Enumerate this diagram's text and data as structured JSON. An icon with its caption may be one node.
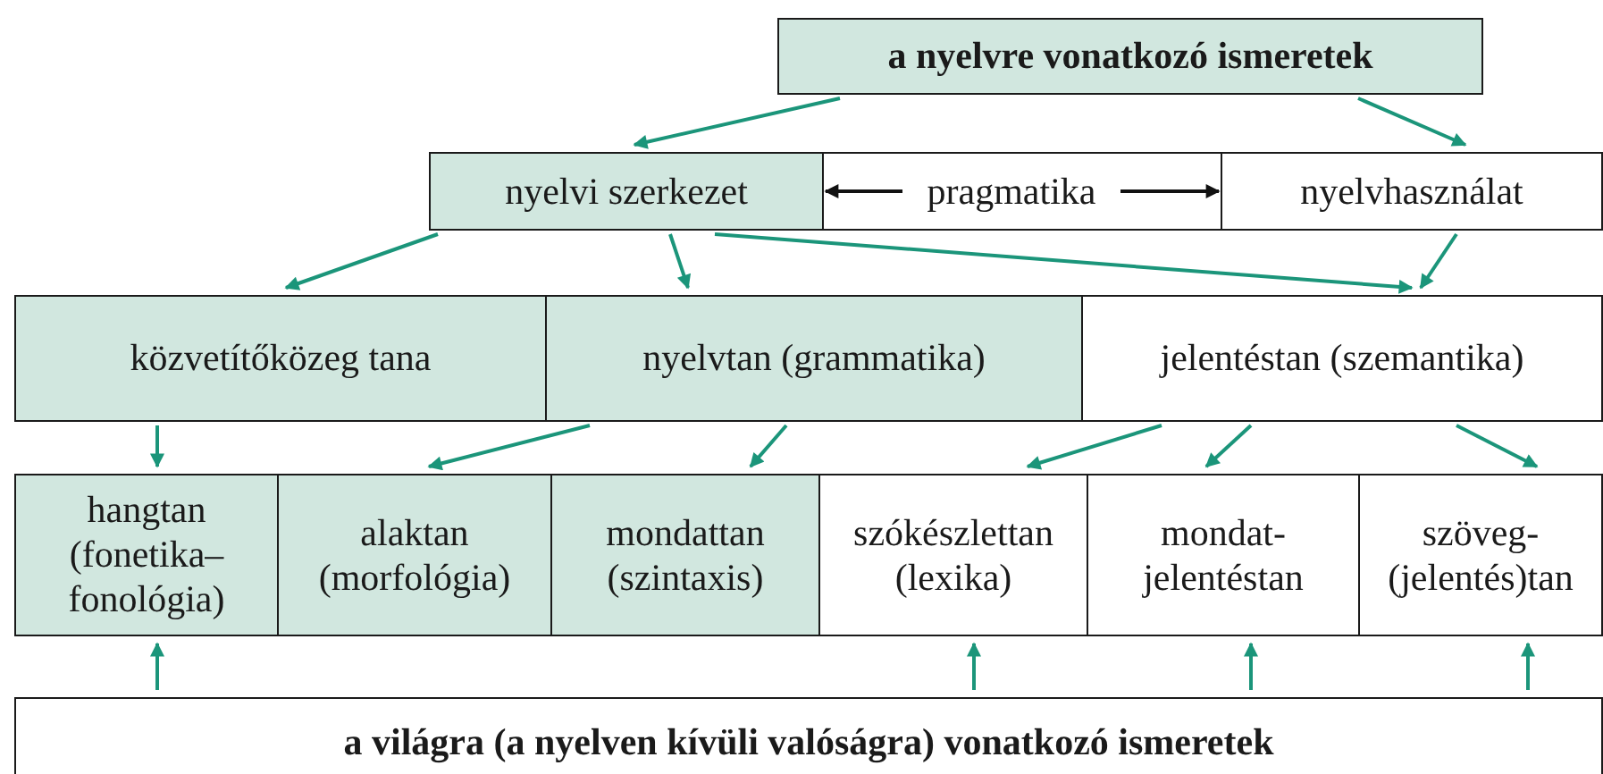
{
  "diagram": {
    "nodes": [
      {
        "text": [
          "a nyelvre vonatkozó ismeretek"
        ]
      },
      {
        "text": [
          "nyelvi szerkezet"
        ]
      },
      {
        "text": [
          "pragmatika"
        ]
      },
      {
        "text": [
          "nyelvhasználat"
        ]
      },
      {
        "text": [
          "közvetítőközeg tana"
        ]
      },
      {
        "text": [
          "nyelvtan (grammatika)"
        ]
      },
      {
        "text": [
          "jelentéstan (szemantika)"
        ]
      },
      {
        "text": [
          "hangtan (fonetika–fonológia)"
        ]
      },
      {
        "text": [
          "alaktan (morfológia)"
        ]
      },
      {
        "text": [
          "mondattan (szintaxis)"
        ]
      },
      {
        "text": [
          "szókészlettan (lexika)"
        ]
      },
      {
        "text": [
          "mondat-jelentéstan"
        ]
      },
      {
        "text": [
          "szöveg-(jelentés)tan"
        ]
      },
      {
        "text": [
          "a világra (a nyelven kívüli valóságra) vonatkozó ismeretek"
        ]
      }
    ],
    "edges": [
      {
        "from": 0,
        "to": 1,
        "arrow": "to"
      },
      {
        "from": 0,
        "to": 3,
        "arrow": "to"
      },
      {
        "from": 2,
        "to": 1,
        "arrow": "to",
        "color": "#111111"
      },
      {
        "from": 2,
        "to": 3,
        "arrow": "to",
        "color": "#111111"
      },
      {
        "from": 1,
        "to": 4,
        "arrow": "to"
      },
      {
        "from": 1,
        "to": 5,
        "arrow": "to"
      },
      {
        "from": 1,
        "to": 6,
        "arrow": "to"
      },
      {
        "from": 3,
        "to": 6,
        "arrow": "to"
      },
      {
        "from": 4,
        "to": 7,
        "arrow": "to"
      },
      {
        "from": 5,
        "to": 8,
        "arrow": "to"
      },
      {
        "from": 5,
        "to": 9,
        "arrow": "to"
      },
      {
        "from": 6,
        "to": 10,
        "arrow": "to"
      },
      {
        "from": 6,
        "to": 11,
        "arrow": "to"
      },
      {
        "from": 6,
        "to": 12,
        "arrow": "to"
      },
      {
        "from": 13,
        "to": 7,
        "arrow": "to"
      },
      {
        "from": 13,
        "to": 10,
        "arrow": "to"
      },
      {
        "from": 13,
        "to": 11,
        "arrow": "to"
      },
      {
        "from": 13,
        "to": 12,
        "arrow": "to"
      }
    ]
  }
}
